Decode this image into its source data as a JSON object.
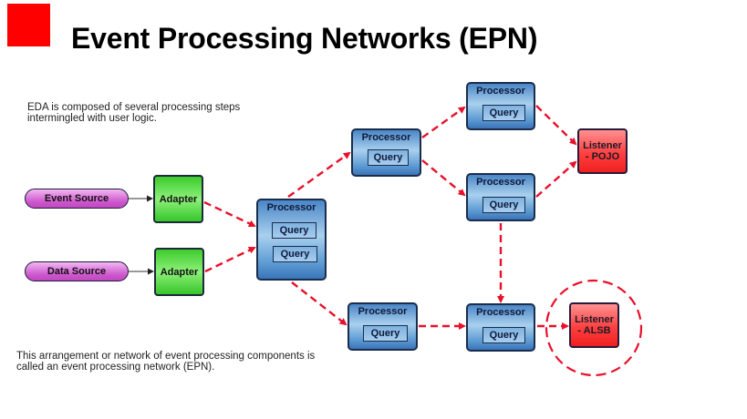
{
  "slide": {
    "title": "Event Processing Networks (EPN)",
    "description_top": [
      "EDA is composed of several processing steps",
      "intermingled with user logic."
    ],
    "description_bottom": [
      "This arrangement or network of event processing components is",
      "called an event processing network (EPN)."
    ],
    "accent_color": "#ff0000"
  },
  "diagram": {
    "sources": [
      {
        "id": "event-source",
        "label": "Event Source"
      },
      {
        "id": "data-source",
        "label": "Data Source"
      }
    ],
    "adapters": [
      {
        "id": "adapter-1",
        "label": "Adapter"
      },
      {
        "id": "adapter-2",
        "label": "Adapter"
      }
    ],
    "processors": [
      {
        "id": "processor-main",
        "label": "Processor",
        "queries": [
          "Query",
          "Query"
        ]
      },
      {
        "id": "processor-a",
        "label": "Processor",
        "queries": [
          "Query"
        ]
      },
      {
        "id": "processor-b",
        "label": "Processor",
        "queries": [
          "Query"
        ]
      },
      {
        "id": "processor-c",
        "label": "Processor",
        "queries": [
          "Query"
        ]
      },
      {
        "id": "processor-d",
        "label": "Processor",
        "queries": [
          "Query"
        ]
      },
      {
        "id": "processor-e",
        "label": "Processor",
        "queries": [
          "Query"
        ]
      }
    ],
    "listeners": [
      {
        "id": "listener-pojo",
        "label_line1": "Listener",
        "label_line2": "- POJO"
      },
      {
        "id": "listener-alsb",
        "label_line1": "Listener",
        "label_line2": "- ALSB",
        "highlighted": true
      }
    ],
    "edges": [
      {
        "from": "event-source",
        "to": "adapter-1",
        "style": "solid"
      },
      {
        "from": "data-source",
        "to": "adapter-2",
        "style": "solid"
      },
      {
        "from": "adapter-1",
        "to": "processor-main",
        "style": "dashed"
      },
      {
        "from": "adapter-2",
        "to": "processor-main",
        "style": "dashed"
      },
      {
        "from": "processor-main",
        "to": "processor-a",
        "style": "dashed"
      },
      {
        "from": "processor-main",
        "to": "processor-d",
        "style": "dashed"
      },
      {
        "from": "processor-a",
        "to": "processor-b",
        "style": "dashed"
      },
      {
        "from": "processor-a",
        "to": "processor-c",
        "style": "dashed"
      },
      {
        "from": "processor-b",
        "to": "listener-pojo",
        "style": "dashed"
      },
      {
        "from": "processor-c",
        "to": "listener-pojo",
        "style": "dashed"
      },
      {
        "from": "processor-c",
        "to": "processor-e",
        "style": "dashed"
      },
      {
        "from": "processor-d",
        "to": "processor-e",
        "style": "dashed"
      },
      {
        "from": "processor-e",
        "to": "listener-alsb",
        "style": "dashed"
      }
    ],
    "edge_color": "#e8102a",
    "solid_edge_color": "#333333"
  }
}
